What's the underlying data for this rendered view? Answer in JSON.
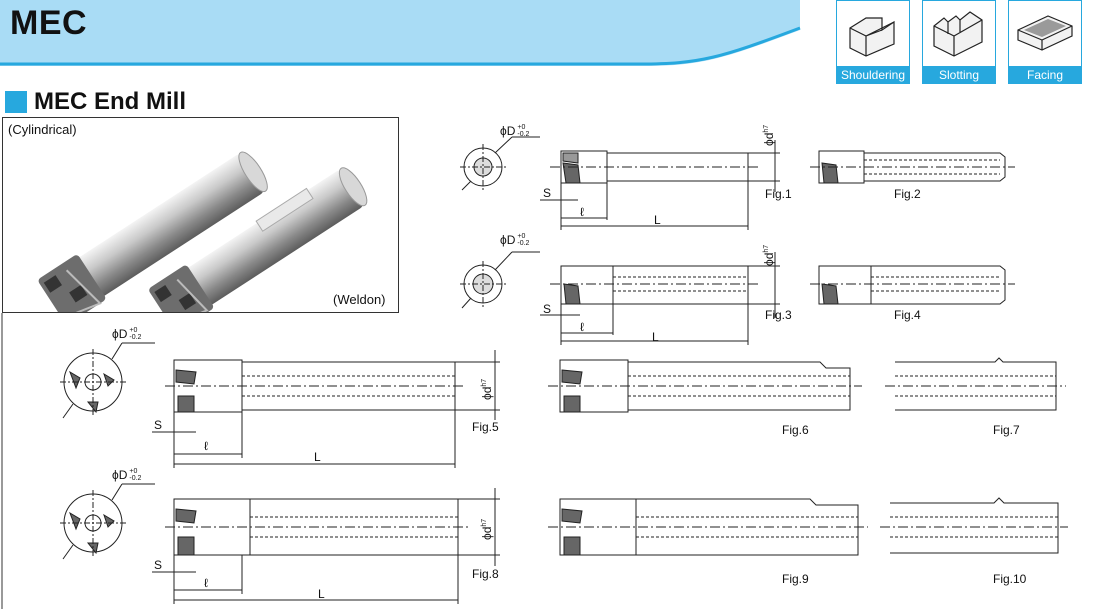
{
  "header": {
    "title": "MEC",
    "band_color": "#a9dcf5",
    "accent_color": "#27a8de"
  },
  "applications": [
    {
      "label": "Shouldering",
      "icon": "shouldering-icon"
    },
    {
      "label": "Slotting",
      "icon": "slotting-icon"
    },
    {
      "label": "Facing",
      "icon": "facing-icon"
    }
  ],
  "section": {
    "title": "MEC End Mill"
  },
  "photo": {
    "caption_top": "(Cylindrical)",
    "caption_bottom": "(Weldon)"
  },
  "dimensions": {
    "phiD": "ϕD",
    "tol_plus": "+0",
    "tol_minus": "-0.2",
    "phid": "ϕd",
    "h7": "h7",
    "S": "S",
    "ell": "ℓ",
    "L": "L"
  },
  "figures": {
    "fig1": "Fig.1",
    "fig2": "Fig.2",
    "fig3": "Fig.3",
    "fig4": "Fig.4",
    "fig5": "Fig.5",
    "fig6": "Fig.6",
    "fig7": "Fig.7",
    "fig8": "Fig.8",
    "fig9": "Fig.9",
    "fig10": "Fig.10"
  }
}
